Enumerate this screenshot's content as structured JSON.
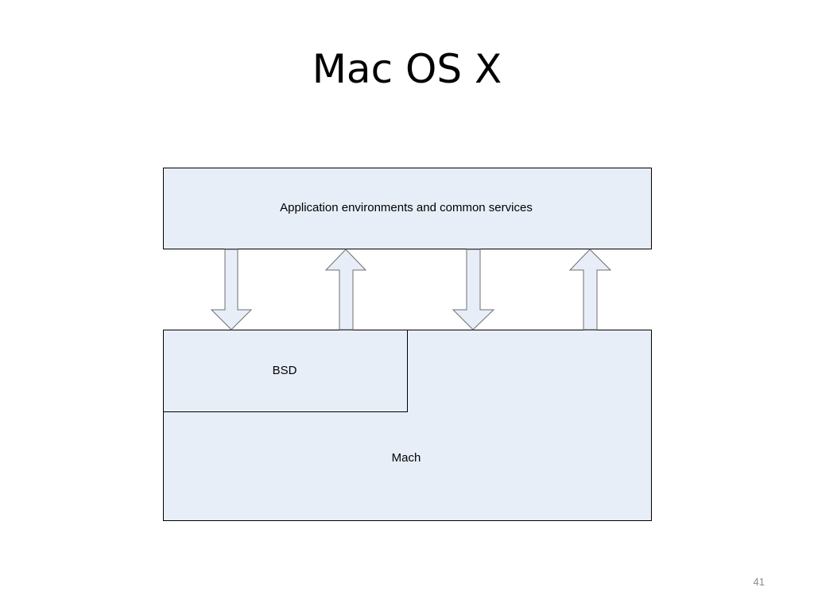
{
  "slide": {
    "title": "Mac OS X",
    "page_number": "41"
  },
  "diagram": {
    "fill_color": "#e8eef8",
    "stroke_color": "#000000",
    "arrow_stroke_color": "#6f6f6f",
    "nodes": {
      "app_layer": {
        "label": "Application environments and common services"
      },
      "bsd": {
        "label": "BSD"
      },
      "mach": {
        "label": "Mach"
      }
    },
    "arrows": [
      {
        "direction": "down",
        "from": "app_layer",
        "to": "bsd"
      },
      {
        "direction": "up",
        "from": "bsd",
        "to": "app_layer"
      },
      {
        "direction": "down",
        "from": "app_layer",
        "to": "mach"
      },
      {
        "direction": "up",
        "from": "mach",
        "to": "app_layer"
      }
    ]
  }
}
